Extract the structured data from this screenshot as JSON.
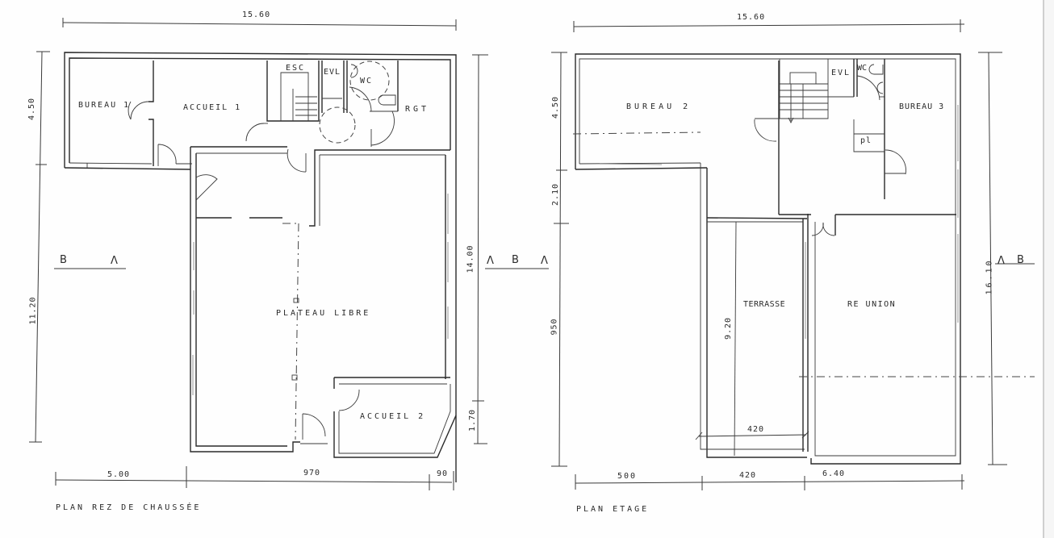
{
  "plans": [
    {
      "id": "ground",
      "title": "PLAN REZ DE CHAUSSÉE",
      "dimensions": {
        "top_width": "15.60",
        "left_upper": "4.50",
        "left_lower": "11.20",
        "right_main": "14.00",
        "right_lower": "1.70",
        "bottom_left": "5.00",
        "bottom_mid": "970",
        "bottom_right": "90"
      },
      "rooms": {
        "bureau1": "BUREAU 1",
        "accueil1": "ACCUEIL 1",
        "esc": "ESC",
        "evl": "EVL",
        "wc": "WC",
        "rgt": "RGT",
        "plateau": "PLATEAU LIBRE",
        "accueil2": "ACCUEIL 2"
      },
      "section_left": {
        "b": "B",
        "a": "Λ"
      },
      "section_right": {
        "a1": "Λ",
        "b": "B",
        "a2": "Λ"
      }
    },
    {
      "id": "upper",
      "title": "PLAN ETAGE",
      "dimensions": {
        "top_width": "15.60",
        "left_upper": "4.50",
        "left_mid": "2.10",
        "left_lower": "950",
        "terrasse_height": "9.20",
        "terrasse_width": "420",
        "right_total": "16.10",
        "bottom_left": "500",
        "bottom_mid": "420",
        "bottom_right": "6.40"
      },
      "rooms": {
        "bureau2": "BUREAU 2",
        "evl": "EVL",
        "wc": "WC",
        "bureau3": "BUREAU 3",
        "pl": "pl",
        "terrasse": "TERRASSE",
        "reunion": "RE UNION"
      },
      "section_right": {
        "a": "Λ",
        "b": "B"
      }
    }
  ],
  "colors": {
    "ink": "#2a2a2a",
    "paper": "#fefefe",
    "strip": "#f6f6f6"
  }
}
